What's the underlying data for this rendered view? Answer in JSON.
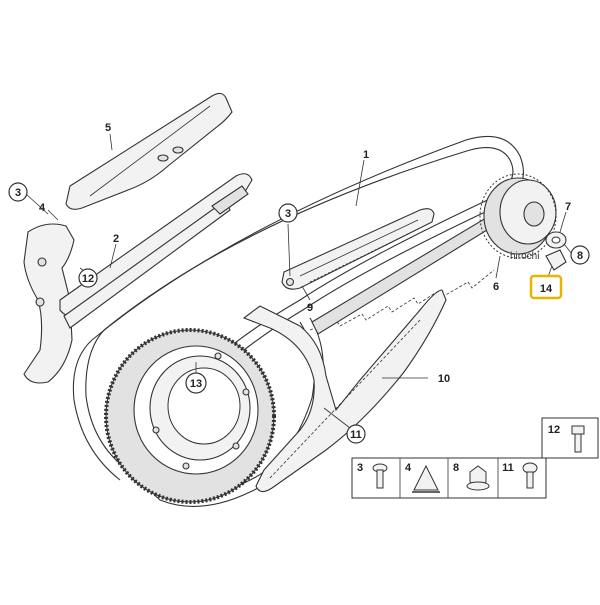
{
  "callouts": {
    "c1": "1",
    "c2": "2",
    "c3a": "3",
    "c3b": "3",
    "c4": "4",
    "c5": "5",
    "c6": "6",
    "c7": "7",
    "c8": "8",
    "c9": "9",
    "c10": "10",
    "c11": "11",
    "c12": "12",
    "c13": "13",
    "c14": "14"
  },
  "hardware_legend": {
    "b12": "12",
    "b3": "3",
    "b4": "4",
    "b8": "8",
    "b11": "11"
  },
  "watermark": "hirochi",
  "colors": {
    "line": "#333333",
    "part_fill": "#f2f2f2",
    "highlight": "#e8b400"
  }
}
